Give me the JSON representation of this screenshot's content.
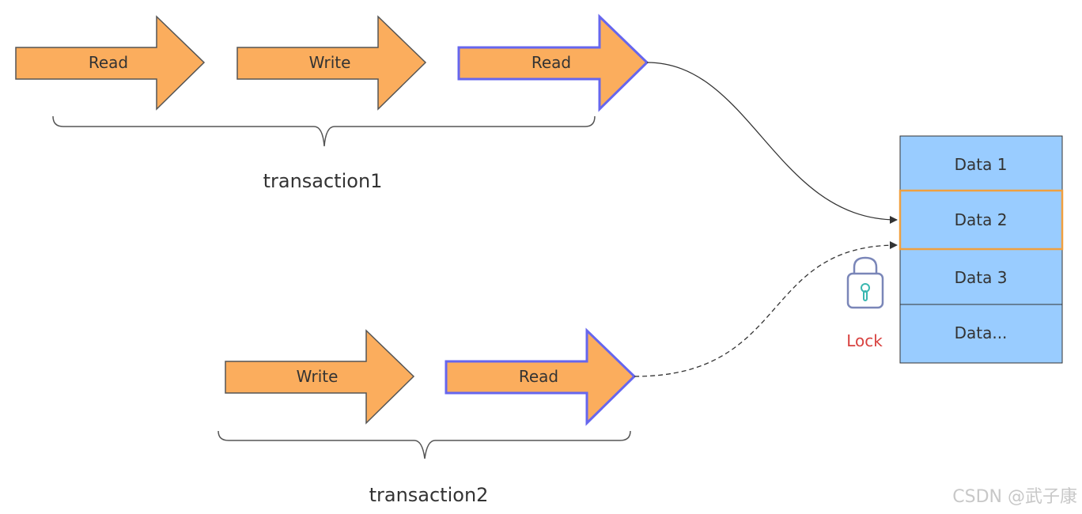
{
  "transaction1": {
    "label": "transaction1",
    "ops": [
      "Read",
      "Write",
      "Read"
    ]
  },
  "transaction2": {
    "label": "transaction2",
    "ops": [
      "Write",
      "Read"
    ]
  },
  "data_table": {
    "cells": [
      "Data 1",
      "Data 2",
      "Data 3",
      "Data..."
    ],
    "locked_cell_index": 1
  },
  "lock": {
    "label": "Lock",
    "icon": "padlock-icon"
  },
  "watermark": "CSDN @武子康",
  "colors": {
    "arrow_fill": "#fbad5d",
    "arrow_border_default": "#555555",
    "arrow_border_active": "#6666ee",
    "cell_fill": "#99ccff",
    "cell_highlight_border": "#f0a040",
    "lock_color": "#d8413f"
  }
}
